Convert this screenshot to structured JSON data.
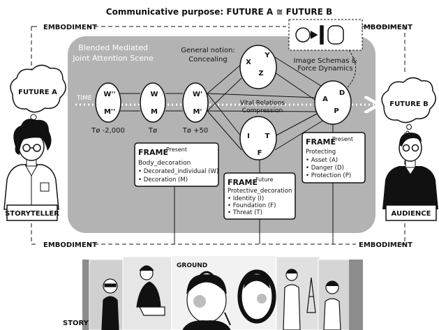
{
  "title": "Communicative purpose: FUTURE A ≅ FUTURE B",
  "embodiment": "EMBODIMENT",
  "scene": {
    "title_line1": "Blended Mediated",
    "title_line2": "Joint Attention Scene",
    "general_notion_line1": "General notion:",
    "general_notion_line2": "Concealing",
    "image_schemas_line1": "Image Schemas &",
    "image_schemas_line2": "Force Dynamics",
    "time": "TIME",
    "vital_relations_line1": "Vital Relations",
    "vital_relations_line2": "Compression"
  },
  "nodes": {
    "w2": "W''",
    "m2": "M''",
    "w": "W",
    "m": "M",
    "w1": "W'",
    "m1": "M'",
    "x": "X",
    "y": "Y",
    "z": "Z",
    "a": "A",
    "d": "D",
    "p": "P",
    "i": "I",
    "t": "T",
    "f": "F"
  },
  "times": {
    "t1": "Tø -2,000",
    "t2": "Tø",
    "t3": "Tø +50"
  },
  "frames": {
    "left": {
      "label": "FRAME",
      "sup": "Present",
      "name": "Body_decoration",
      "items": [
        "• Decorated_individual (W)",
        "• Decoration (M)"
      ]
    },
    "center": {
      "label": "FRAME",
      "sup": "Future",
      "name": "Protective_decoration",
      "items": [
        "• Identity (I)",
        "• Foundation (F)",
        "• Threat (T)"
      ]
    },
    "right": {
      "label": "FRAME",
      "sup": "Present",
      "name": "Protecting",
      "items": [
        "• Asset (A)",
        "• Danger (D)",
        "• Protection (P)"
      ]
    }
  },
  "future_a": "FUTURE A",
  "future_b": "FUTURE B",
  "storyteller": "STORYTELLER",
  "audience": "AUDIENCE",
  "ground": "GROUND",
  "story": "STORY",
  "colors": {
    "panel": "#b3b3b3",
    "ink": "#111111",
    "white": "#ffffff",
    "skin": "#d9d9d9"
  }
}
